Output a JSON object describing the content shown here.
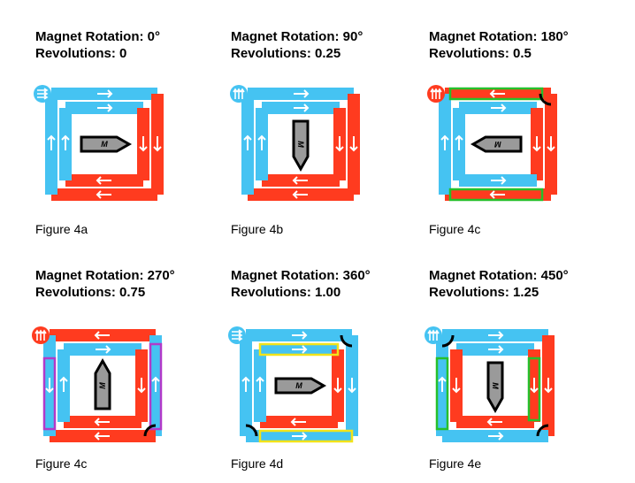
{
  "colors": {
    "blue": "#45c3f2",
    "red": "#ff3b1f",
    "green_highlight": "#26c02b",
    "yellow_highlight": "#f2e31a",
    "purple_highlight": "#b23ac9",
    "magnet_fill": "#9a9a9a"
  },
  "panels": [
    {
      "rotation": "Magnet Rotation: 0°",
      "revolutions": "Revolutions: 0",
      "caption": "Figure 4a",
      "magnet_letter": "M",
      "magnet_direction": "right",
      "arrow_icon": "triple-arrow-icon"
    },
    {
      "rotation": "Magnet Rotation: 90°",
      "revolutions": "Revolutions: 0.25",
      "caption": "Figure 4b",
      "magnet_letter": "M",
      "magnet_direction": "down",
      "arrow_icon": "triple-arrow-icon"
    },
    {
      "rotation": "Magnet Rotation: 180°",
      "revolutions": "Revolutions: 0.5",
      "caption": "Figure 4c",
      "magnet_letter": "M",
      "magnet_direction": "left",
      "arrow_icon": "triple-arrow-icon"
    },
    {
      "rotation": "Magnet Rotation: 270°",
      "revolutions": "Revolutions: 0.75",
      "caption": "Figure 4c",
      "magnet_letter": "M",
      "magnet_direction": "up",
      "arrow_icon": "triple-arrow-icon"
    },
    {
      "rotation": "Magnet Rotation: 360°",
      "revolutions": "Revolutions: 1.00",
      "caption": "Figure 4d",
      "magnet_letter": "M",
      "magnet_direction": "right",
      "arrow_icon": "triple-arrow-icon"
    },
    {
      "rotation": "Magnet Rotation: 450°",
      "revolutions": "Revolutions: 1.25",
      "caption": "Figure 4e",
      "magnet_letter": "M",
      "magnet_direction": "down",
      "arrow_icon": "triple-arrow-icon"
    }
  ]
}
